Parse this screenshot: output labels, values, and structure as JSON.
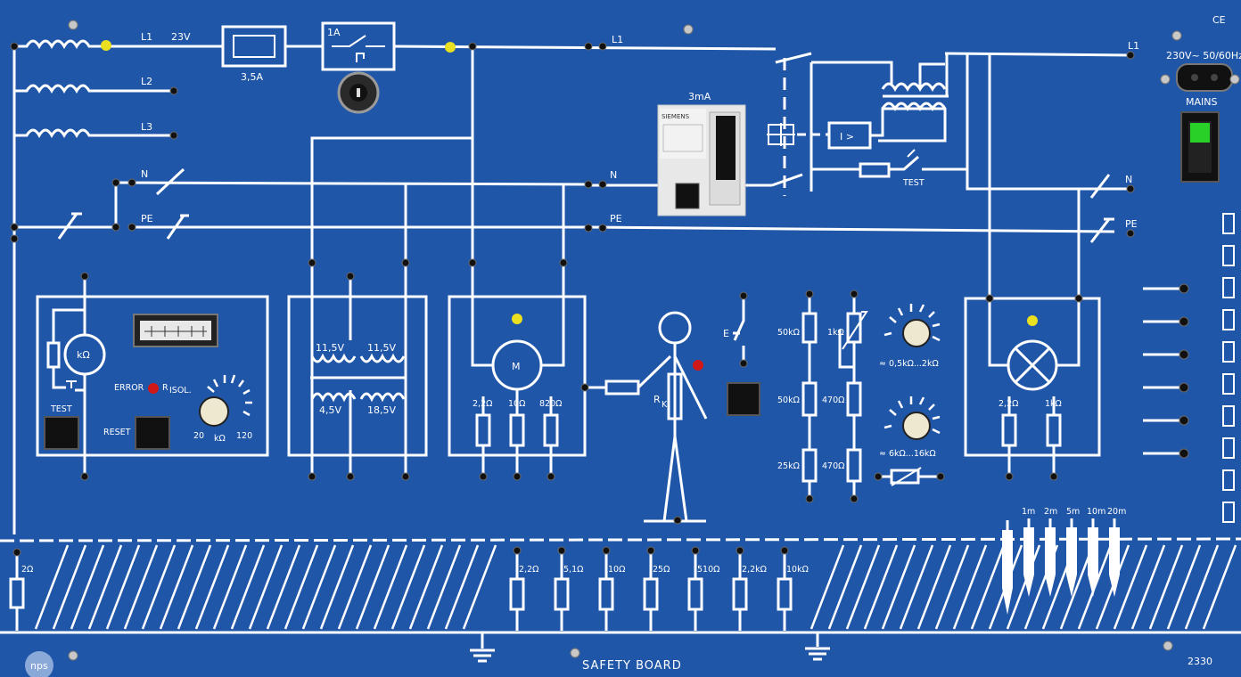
{
  "board": {
    "title": "SAFETY BOARD",
    "model": "2330",
    "brand": "nps",
    "ce_mark": "CE",
    "mains_rating": "230V~ 50/60Hz",
    "mains_label": "MAINS"
  },
  "lines": {
    "l1": "L1",
    "l2": "L2",
    "l3": "L3",
    "n": "N",
    "pe": "PE",
    "voltage": "23V",
    "fuse": "3,5A",
    "breaker": "1A",
    "l1_right": "L1",
    "n_mid": "N",
    "pe_mid": "PE",
    "l1_far": "L1",
    "n_far": "N",
    "pe_far": "PE"
  },
  "rcd": {
    "label": "3mA",
    "brand": "SIEMENS",
    "test_label": "TEST",
    "trip_symbol": "I >"
  },
  "insulation_tester": {
    "meter_symbol": "kΩ",
    "test_label": "TEST",
    "error_label": "ERROR",
    "risol_label": "R",
    "risol_sub": "ISOL.",
    "reset_label": "RESET",
    "scale_min": "20",
    "scale_unit": "kΩ",
    "scale_max": "120"
  },
  "transformer": {
    "v1": "11,5V",
    "v2": "11,5V",
    "v3": "4,5V",
    "v4": "18,5V"
  },
  "motor": {
    "symbol": "M",
    "r1": "2,2Ω",
    "r2": "10Ω",
    "r3": "820Ω"
  },
  "body": {
    "label": "R",
    "sub": "K"
  },
  "switch_e": "E",
  "resistor_network": {
    "a": "50kΩ",
    "b": "50kΩ",
    "c": "25kΩ",
    "d": "1kΩ",
    "e": "470Ω",
    "f": "470Ω",
    "pot1": "≈ 0,5kΩ...2kΩ",
    "pot2": "≈ 6kΩ...16kΩ"
  },
  "lamp": {
    "r1": "2,2Ω",
    "r2": "1kΩ"
  },
  "earth": {
    "left_r": "2Ω",
    "resistors": [
      "2,2Ω",
      "5,1Ω",
      "10Ω",
      "25Ω",
      "510Ω",
      "2,2kΩ",
      "10kΩ"
    ],
    "probes": [
      "1m",
      "2m",
      "5m",
      "10m",
      "20m"
    ]
  },
  "colors": {
    "panel": "#1f56a8",
    "line": "#ffffff",
    "led_yellow": "#e8e020",
    "led_red": "#d01818"
  }
}
